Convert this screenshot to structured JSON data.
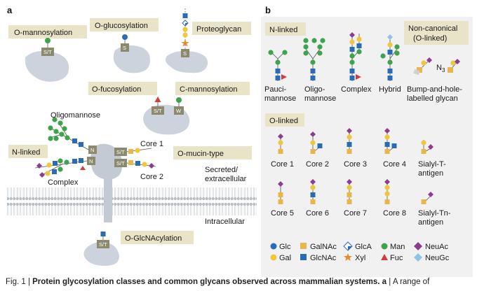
{
  "panel_a": {
    "letter": "a",
    "o_mannosylation": "O-mannosylation",
    "o_glucosylation": "O-glucosylation",
    "proteoglycan": "Proteoglycan",
    "o_fucosylation": "O-fucosylation",
    "c_mannosylation": "C-mannosylation",
    "oligomannose": "Oligomannose",
    "n_linked": "N-linked",
    "complex": "Complex",
    "core1": "Core 1",
    "core2": "Core 2",
    "o_mucin": "O-mucin-type",
    "secreted": "Secreted/",
    "extracellular": "extracellular",
    "intracellular": "Intracellular",
    "o_glcnac": "O-GlcNAcylation",
    "chip_st": "S/T",
    "chip_s": "S",
    "chip_w": "W",
    "chip_n": "N"
  },
  "panel_b": {
    "letter": "b",
    "n_linked": "N-linked",
    "noncanonical_1": "Non-canonical",
    "noncanonical_2": "(O-linked)",
    "pauci_1": "Pauci-",
    "pauci_2": "mannose",
    "oligo_1": "Oligo-",
    "oligo_2": "mannose",
    "complex": "Complex",
    "hybrid": "Hybrid",
    "bump_1": "Bump-and-hole-",
    "bump_2": "labelled glycan",
    "azide": "N",
    "azide_sub": "3",
    "o_linked": "O-linked",
    "core1": "Core 1",
    "core2": "Core 2",
    "core3": "Core 3",
    "core4": "Core 4",
    "sialyl_t_1": "Sialyl-T-",
    "sialyl_t_2": "antigen",
    "core5": "Core 5",
    "core6": "Core 6",
    "core7": "Core 7",
    "core8": "Core 8",
    "sialyl_tn_1": "Sialyl-Tn-",
    "sialyl_tn_2": "antigen"
  },
  "legend": {
    "glc": "Glc",
    "gal": "Gal",
    "galnac": "GalNAc",
    "glcnac": "GlcNAc",
    "glca": "GlcA",
    "xyl": "Xyl",
    "man": "Man",
    "fuc": "Fuc",
    "neuac": "NeuAc",
    "neugc": "NeuGc"
  },
  "caption": {
    "fig": "Fig. 1 | ",
    "title": "Protein glycosylation classes and common glycans observed across mammalian systems. a",
    "rest": " | A range of"
  },
  "colors": {
    "glc": "#2a6bb5",
    "gal": "#f0c63a",
    "galnac": "#e8b64a",
    "glcnac": "#2a6bb5",
    "man": "#3fa34d",
    "fuc": "#d73a3a",
    "neuac": "#8b3d8f",
    "neugc": "#8fc3e6",
    "xyl": "#e88a2e",
    "protein": "#cdd3dc",
    "label_box": "#e9e3c8",
    "chip": "#8c8a6e",
    "panel_b_bg": "#f1f1f1"
  }
}
